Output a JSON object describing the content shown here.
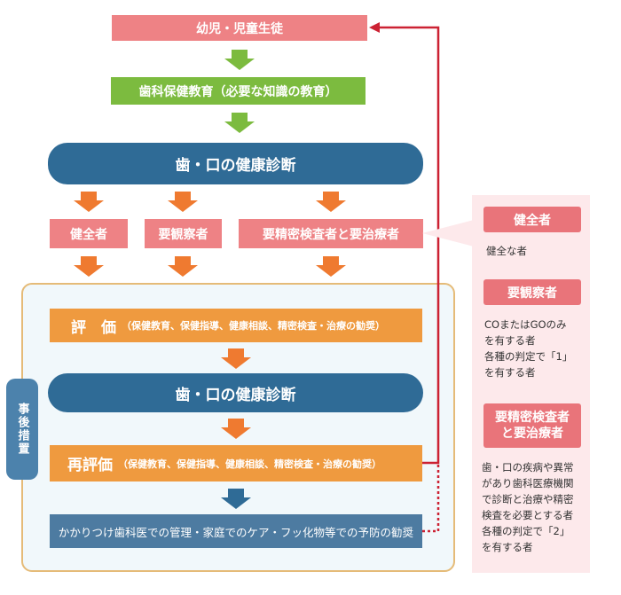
{
  "flow": {
    "target": "幼児・児童生徒",
    "education": "歯科保健教育（必要な知識の教育）",
    "checkup": "歯・口の健康診断",
    "categories": {
      "healthy": "健全者",
      "observe": "要観察者",
      "treat": "要精密検査者と要治療者"
    },
    "followup_label": "事後措置",
    "evaluation": {
      "title": "評　価",
      "detail": "（保健教育、保健指導、健康相談、精密検査・治療の勧奨）"
    },
    "checkup_again": "歯・口の健康診断",
    "reevaluation": {
      "title": "再評価",
      "detail": "（保健教育、保健指導、健康相談、精密検査・治療の勧奨）"
    },
    "home_care": "かかりつけ歯科医での管理・家庭でのケア・フッ化物等での予防の勧奨"
  },
  "notes": {
    "healthy": {
      "head": "健全者",
      "lines": [
        "健全な者"
      ]
    },
    "observe": {
      "head": "要観察者",
      "lines": [
        "COまたはGOのみ",
        "を有する者",
        "各種の判定で「1」",
        "を有する者"
      ]
    },
    "treat": {
      "head_lines": [
        "要精密検査者",
        "と要治療者"
      ],
      "lines": [
        "歯・口の疾病や異常",
        "があり歯科医療機関",
        "で診断と治療や精密",
        "検査を必要とする者",
        "各種の判定で「2」",
        "を有する者"
      ]
    }
  },
  "colors": {
    "pink": "#ee8285",
    "green": "#7cbb3f",
    "navy": "#2f6b96",
    "orange": "#ef9a3f",
    "slate": "#4d7ba1",
    "feedback_line": "#cc2233"
  }
}
